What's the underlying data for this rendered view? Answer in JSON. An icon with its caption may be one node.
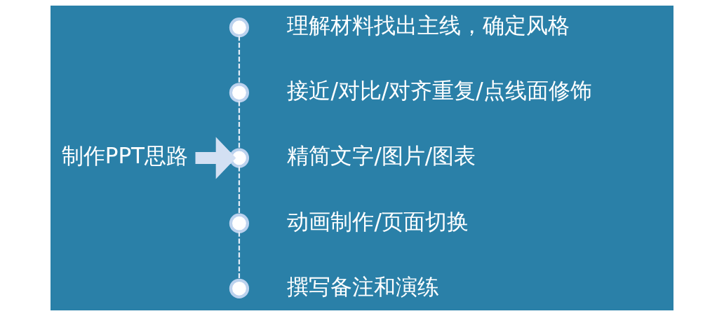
{
  "diagram": {
    "nodes": [
      {
        "text": [
          "制作PPT思路"
        ]
      },
      {
        "text": [],
        "shape": "circle",
        "beside": [
          "理解材料找出主线，确定风格"
        ]
      },
      {
        "text": [],
        "shape": "circle",
        "beside": [
          "接近/对比/对齐重复/点线面修饰"
        ]
      },
      {
        "text": [],
        "shape": "circle",
        "beside": [
          "精简文字/图片/图表"
        ]
      },
      {
        "text": [],
        "shape": "circle",
        "beside": [
          "动画制作/页面切换"
        ]
      },
      {
        "text": [],
        "shape": "circle",
        "beside": [
          "撰写备注和演练"
        ]
      }
    ],
    "edges": [
      {
        "from": 0,
        "to": 3,
        "arrow": "to",
        "style": "thick",
        "color": "#d3e0f3"
      },
      {
        "from": 1,
        "to": 2,
        "arrow": "none",
        "style": "dashed"
      },
      {
        "from": 2,
        "to": 3,
        "arrow": "none",
        "style": "dashed"
      },
      {
        "from": 3,
        "to": 4,
        "arrow": "none",
        "style": "dashed"
      },
      {
        "from": 4,
        "to": 5,
        "arrow": "none",
        "style": "dashed"
      }
    ]
  }
}
